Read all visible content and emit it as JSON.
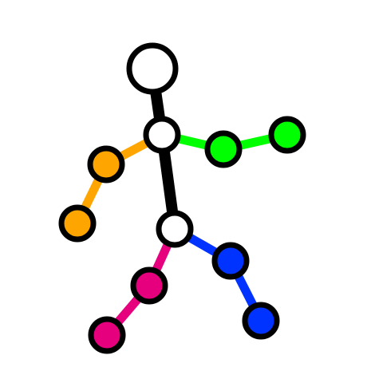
{
  "figure": {
    "description_free": true,
    "colors": {
      "background": "#ffffff",
      "outline": "#000000",
      "spine": "#000000",
      "left_arm": "#ffa500",
      "right_arm": "#00ff00",
      "left_leg": "#e6007e",
      "right_leg": "#0033ff",
      "joint_fill_default": "#ffffff"
    },
    "limbs": [
      {
        "id": "spine-upper",
        "color_key": "spine"
      },
      {
        "id": "spine-lower",
        "color_key": "spine"
      },
      {
        "id": "left-arm-upper",
        "color_key": "left_arm"
      },
      {
        "id": "left-arm-lower",
        "color_key": "left_arm"
      },
      {
        "id": "right-arm-upper",
        "color_key": "right_arm"
      },
      {
        "id": "right-arm-lower",
        "color_key": "right_arm"
      },
      {
        "id": "left-leg-upper",
        "color_key": "left_leg"
      },
      {
        "id": "left-leg-lower",
        "color_key": "left_leg"
      },
      {
        "id": "right-leg-upper",
        "color_key": "right_leg"
      },
      {
        "id": "right-leg-lower",
        "color_key": "right_leg"
      }
    ],
    "joints": [
      {
        "id": "head",
        "color_key": "joint_fill_default"
      },
      {
        "id": "neck",
        "color_key": "joint_fill_default"
      },
      {
        "id": "pelvis",
        "color_key": "joint_fill_default"
      },
      {
        "id": "left-elbow",
        "color_key": "left_arm"
      },
      {
        "id": "left-hand",
        "color_key": "left_arm"
      },
      {
        "id": "right-elbow",
        "color_key": "right_arm"
      },
      {
        "id": "right-hand",
        "color_key": "right_arm"
      },
      {
        "id": "left-knee",
        "color_key": "left_leg"
      },
      {
        "id": "left-foot",
        "color_key": "left_leg"
      },
      {
        "id": "right-knee",
        "color_key": "right_leg"
      },
      {
        "id": "right-foot",
        "color_key": "right_leg"
      }
    ]
  }
}
